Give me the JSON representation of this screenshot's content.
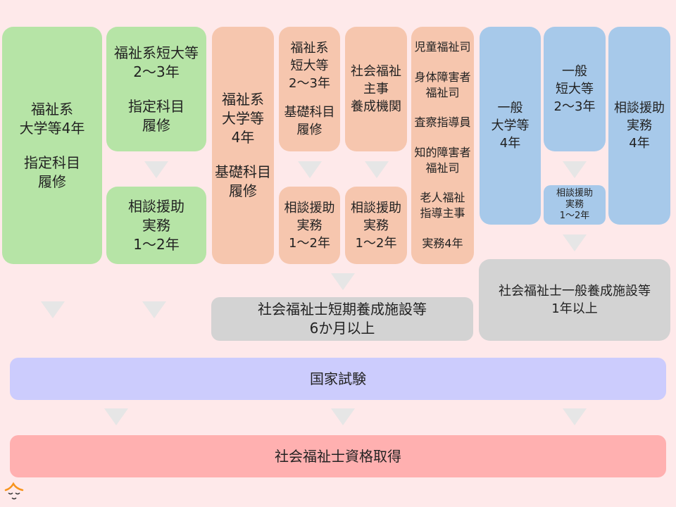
{
  "routes": {
    "welfare_univ": {
      "lines": [
        "福祉系\n大学等4年",
        "指定科目\n履修"
      ]
    },
    "welfare_junior": {
      "top": [
        "福祉系短大等\n2〜3年",
        "指定科目\n履修"
      ],
      "bottom": "相談援助\n実務\n1〜2年"
    },
    "welfare_univ_basic": {
      "lines": [
        "福祉系\n大学等\n4年",
        "基礎科目\n履修"
      ]
    },
    "welfare_junior_basic": {
      "top": [
        "福祉系\n短大等\n2〜3年",
        "基礎科目\n履修"
      ],
      "bottom": "相談援助\n実務\n1〜2年"
    },
    "social_welfare_officer": {
      "top": "社会福祉\n主事\n養成機関",
      "bottom": "相談援助\n実務\n1〜2年"
    },
    "officials": {
      "items": [
        "児童福祉司",
        "身体障害者\n福祉司",
        "査察指導員",
        "知的障害者\n福祉司",
        "老人福祉\n指導主事",
        "実務4年"
      ]
    },
    "general_univ": {
      "label": "一般\n大学等\n4年"
    },
    "general_junior": {
      "top": "一般\n短大等\n2〜3年",
      "bottom": "相談援助\n実務\n1〜2年"
    },
    "consult_practice": {
      "label": "相談援助\n実務\n4年"
    }
  },
  "short_facility": "社会福祉士短期養成施設等\n6か月以上",
  "general_facility": "社会福祉士一般養成施設等\n1年以上",
  "national_exam": "国家試験",
  "qualification": "社会福祉士資格取得"
}
